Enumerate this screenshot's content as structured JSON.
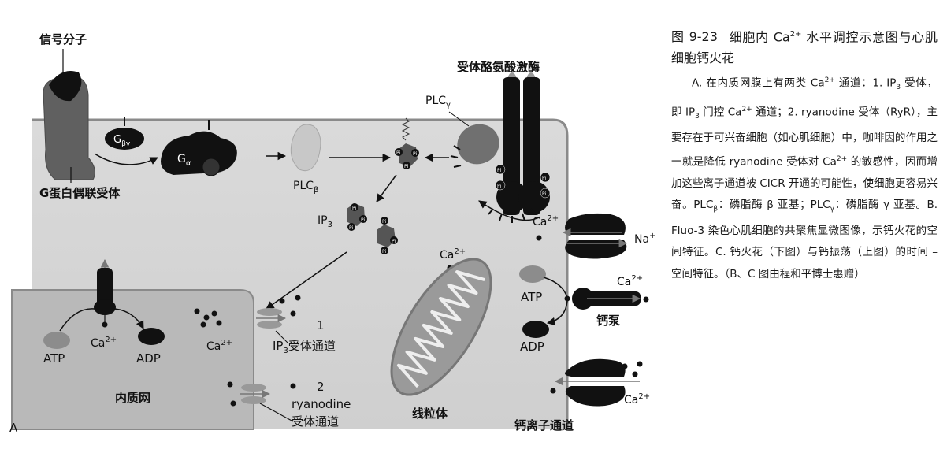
{
  "figure": {
    "panel_label": "A",
    "signal_molecule": "信号分子",
    "gpcr": "G蛋白偶联受体",
    "g_beta_gamma": "G",
    "g_beta_gamma_sub": "βγ",
    "g_alpha": "G",
    "g_alpha_sub": "α",
    "plc_beta": "PLC",
    "plc_beta_sub": "β",
    "plc_gamma": "PLC",
    "plc_gamma_sub": "γ",
    "rtk": "受体酪氨酸激酶",
    "pi": "Pi",
    "ip3": "IP",
    "ip3_sub": "3",
    "er_label": "内质网",
    "atp_left": "ATP",
    "adp_left": "ADP",
    "ca_left": "Ca",
    "ca_mid": "Ca",
    "ca_sup": "2+",
    "ip3_channel_num": "1",
    "ip3_channel": "IP",
    "ip3_channel_sub": "3",
    "ip3_channel_tail": "受体通道",
    "ryr_num": "2",
    "ryr_line1": "ryanodine",
    "ryr_line2": "受体通道",
    "mito_ca": "Ca",
    "mito_label": "线粒体",
    "exch_ca": "Ca",
    "exch_na": "Na",
    "exch_na_sup": "+",
    "pump_atp": "ATP",
    "pump_ca": "Ca",
    "pump_label": "钙泵",
    "pump_adp": "ADP",
    "chan_ca": "Ca",
    "chan_label": "钙离子通道"
  },
  "caption": {
    "title_num": "图 9-23",
    "title_part1": "细胞内 Ca",
    "title_sup": "2+",
    "title_part2": " 水平调控示意图与心肌细胞钙火花",
    "b1": "A. 在内质网膜上有两类 Ca",
    "b1_sup": "2+",
    "b2": " 通道：1. IP",
    "b2_sub": "3",
    "b3": " 受体，即 IP",
    "b3_sub": "3",
    "b4": " 门控 Ca",
    "b4_sup": "2+",
    "b5": " 通道；2. ryanodine 受体（RyR），主要存在于可兴奋细胞（如心肌细胞）中，咖啡因的作用之一就是降低 ryanodine 受体对 Ca",
    "b5_sup": "2+",
    "b6": " 的敏感性，因而增加这些离子通道被 CICR 开通的可能性，使细胞更容易兴奋。PLC",
    "b6_sub": "β",
    "b7": "：磷脂酶 β 亚基；PLC",
    "b7_sub": "γ",
    "b8": "：磷脂酶 γ 亚基。B. Fluo-3 染色心肌细胞的共聚焦显微图像，示钙火花的空间特征。C. 钙火花（下图）与钙振荡（上图）的时间 – 空间特征。（B、C 图由程和平博士惠赠）"
  }
}
